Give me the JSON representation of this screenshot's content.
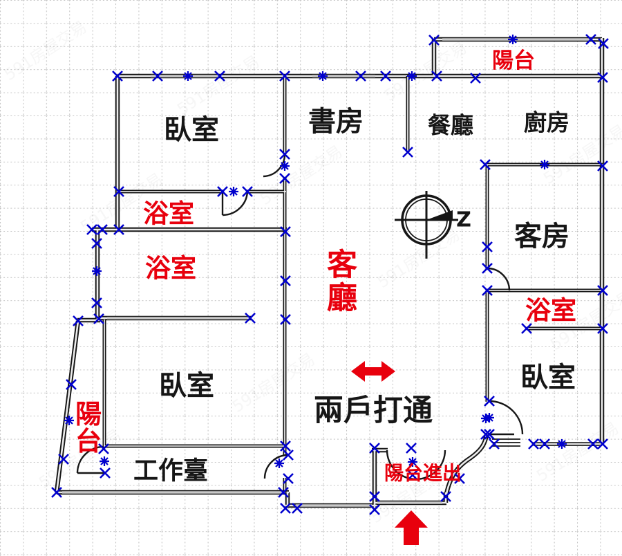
{
  "watermark": "591房屋交易",
  "colors": {
    "red": "#e8000d",
    "ink": "#161616",
    "blue": "#0000cd",
    "window_core": "#c9c9c9",
    "wall_core": "#ededed",
    "thin_core": "#ffffff",
    "grid": "#c3c3c3",
    "paper": "#ffffff",
    "watermark_gray": "#8a8a8a"
  },
  "rooms": {
    "bedroom_top_left": "臥室",
    "study": "書房",
    "dining": "餐廳",
    "kitchen": "廚房",
    "balcony_top": "陽台",
    "bathroom_upper": "浴室",
    "bathroom_middle": "浴室",
    "living": [
      "客",
      "廳"
    ],
    "guest_room": "客房",
    "bathroom_right": "浴室",
    "bedroom_bottom_left": "臥室",
    "bedroom_bottom_right": "臥室",
    "balcony_left": [
      "陽",
      "台"
    ],
    "work_counter": "工作臺"
  },
  "annotations": {
    "joined_units": "兩戶打通",
    "balcony_exit": "陽台進出",
    "compass_label": "Z"
  }
}
